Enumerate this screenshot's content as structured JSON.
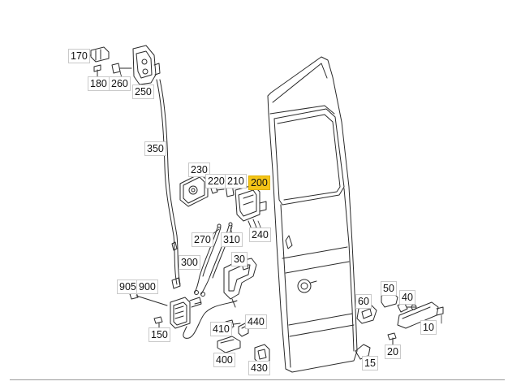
{
  "diagram": {
    "part_labels": [
      "170",
      "180",
      "260",
      "250",
      "350",
      "230",
      "220",
      "210",
      "200",
      "240",
      "270",
      "310",
      "300",
      "30",
      "905",
      "900",
      "150",
      "410",
      "440",
      "400",
      "430",
      "60",
      "50",
      "40",
      "10",
      "15",
      "20"
    ],
    "highlighted_label": "200",
    "highlight_color": "#f5c518",
    "line_color": "#2a2a2a"
  }
}
